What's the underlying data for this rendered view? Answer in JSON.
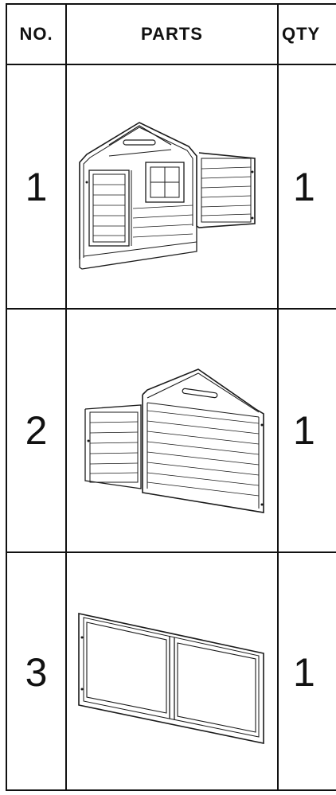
{
  "table": {
    "headers": {
      "no": "NO.",
      "parts": "PARTS",
      "qty": "QTY"
    },
    "rows": [
      {
        "no": "1",
        "part_icon": "front-wall-panel-with-window-and-door-icon",
        "qty": "1"
      },
      {
        "no": "2",
        "part_icon": "back-wall-panel-icon",
        "qty": "1"
      },
      {
        "no": "3",
        "part_icon": "wire-mesh-panel-icon",
        "qty": "1"
      }
    ]
  }
}
